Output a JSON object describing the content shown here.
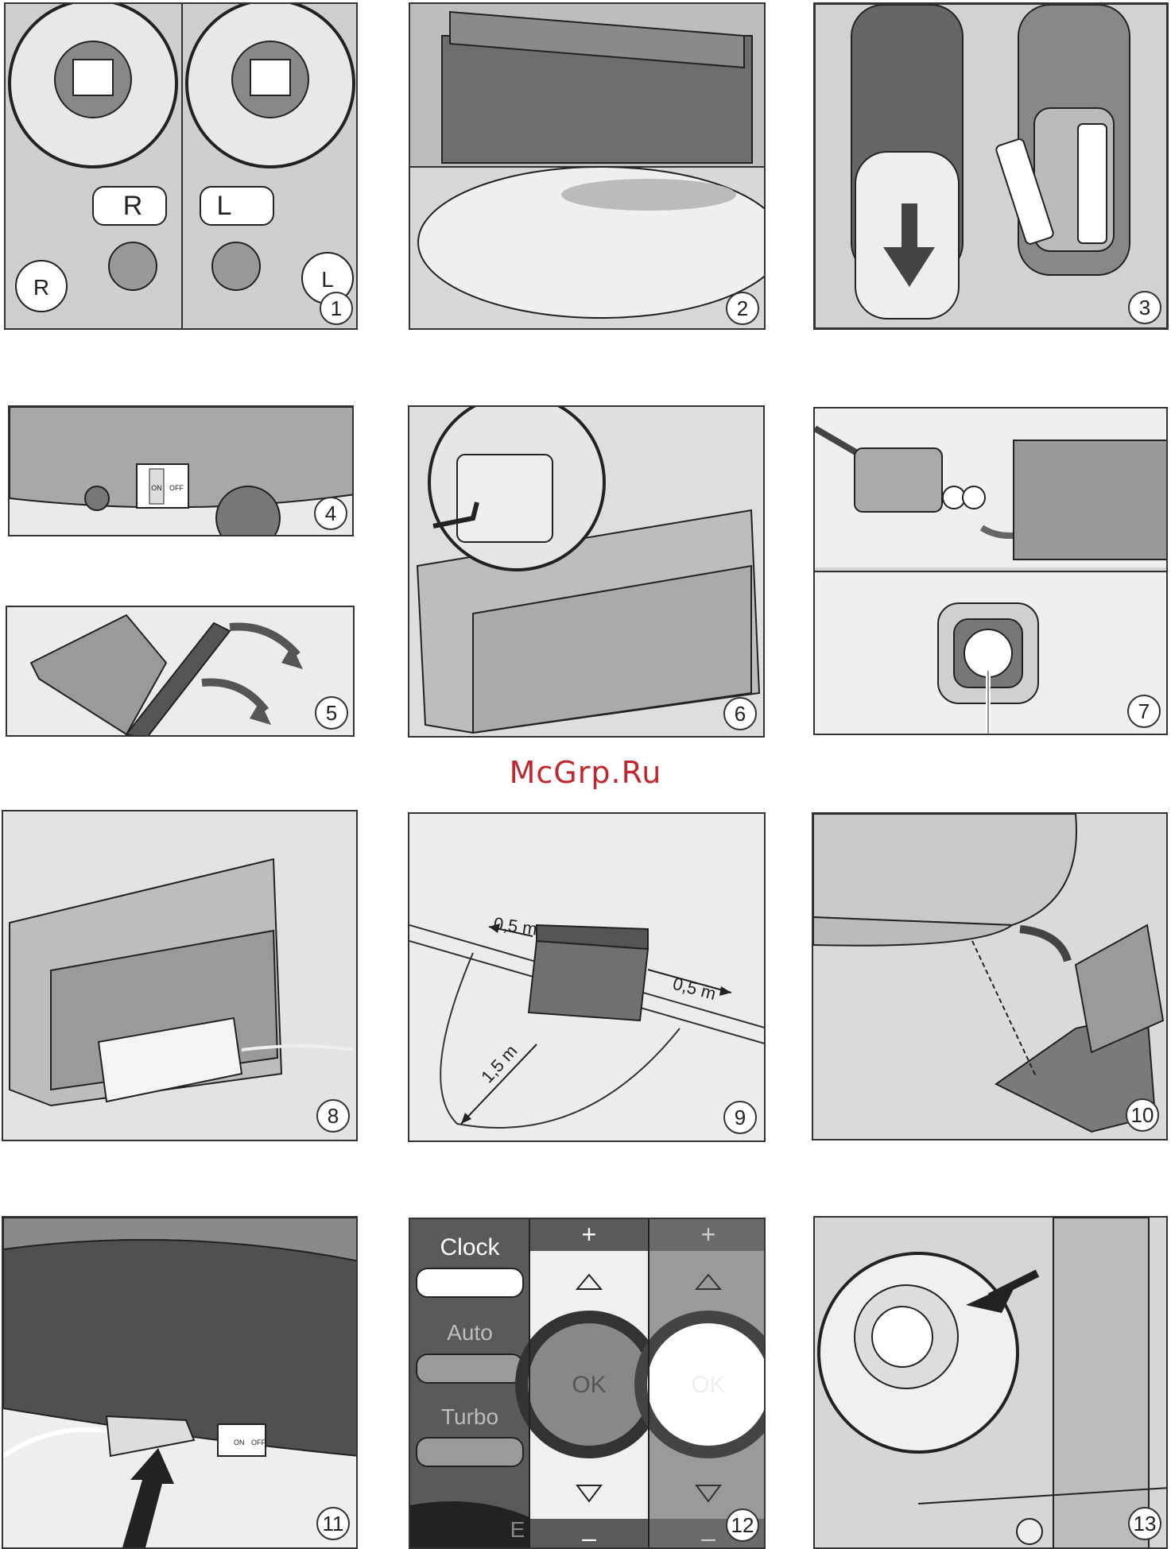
{
  "watermark": "McGrp.Ru",
  "steps": [
    "1",
    "2",
    "3",
    "4",
    "5",
    "6",
    "7",
    "8",
    "9",
    "10",
    "11",
    "12",
    "13"
  ],
  "panel1": {
    "label_r": "R",
    "label_l": "L",
    "badge_r": "R",
    "badge_l": "L"
  },
  "panel4": {
    "switch_on": "ON",
    "switch_off": "OFF"
  },
  "panel9": {
    "dist_left": "0,5 m",
    "dist_right": "0,5 m",
    "dist_front": "1,5 m"
  },
  "panel11": {
    "switch_on": "ON",
    "switch_off": "OFF"
  },
  "panel12": {
    "modes": [
      "Clock",
      "Auto",
      "Turbo"
    ],
    "partial": "E",
    "plus": "+",
    "minus": "–",
    "ok": "OK"
  }
}
